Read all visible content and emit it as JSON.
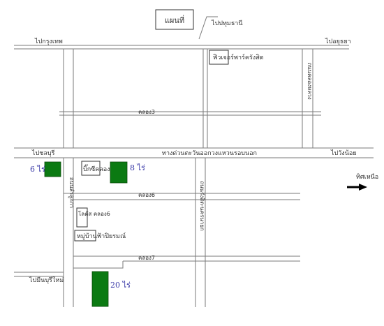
{
  "title": "แผนที่",
  "colors": {
    "plot": "#0b7a12",
    "area_label": "#3a3aa8",
    "road": "#7a7a7a",
    "arrow": "#000000"
  },
  "directions": {
    "top": "ไปปทุมธานี",
    "left_top": "ไปกรุงเทพ",
    "right_top": "ไปอยุธยา",
    "left_mid": "ไปชลบุรี",
    "right_mid": "ไปวังน้อย",
    "left_bottom": "ไปมีนบุรีใหม่"
  },
  "roads": {
    "khlong3": "คลอง3",
    "outer_ring": "ทางด่วนตะวันออกวงแหวนรอบนอก",
    "khlong6": "คลอง6",
    "khlong7": "คลอง7",
    "khlong_luang": "ถนนคลองหลวง",
    "lamlukka": "ถนนลำลูกกา",
    "rangsit_nakhonnayok": "ถนนรังสิต-นครนายก"
  },
  "places": {
    "future_park": "ฟิวเจอร์พาร์ครังสิต",
    "big_c": "บิ๊กซีคลอง5",
    "lotus": "โลตัส คลอง6",
    "village": "หมู่บ้านฟ้าปิยรมณ์"
  },
  "plots": {
    "a": "6 ไร่",
    "b": "8 ไร่",
    "c": "20 ไร่"
  },
  "north": "ทิศเหนือ"
}
